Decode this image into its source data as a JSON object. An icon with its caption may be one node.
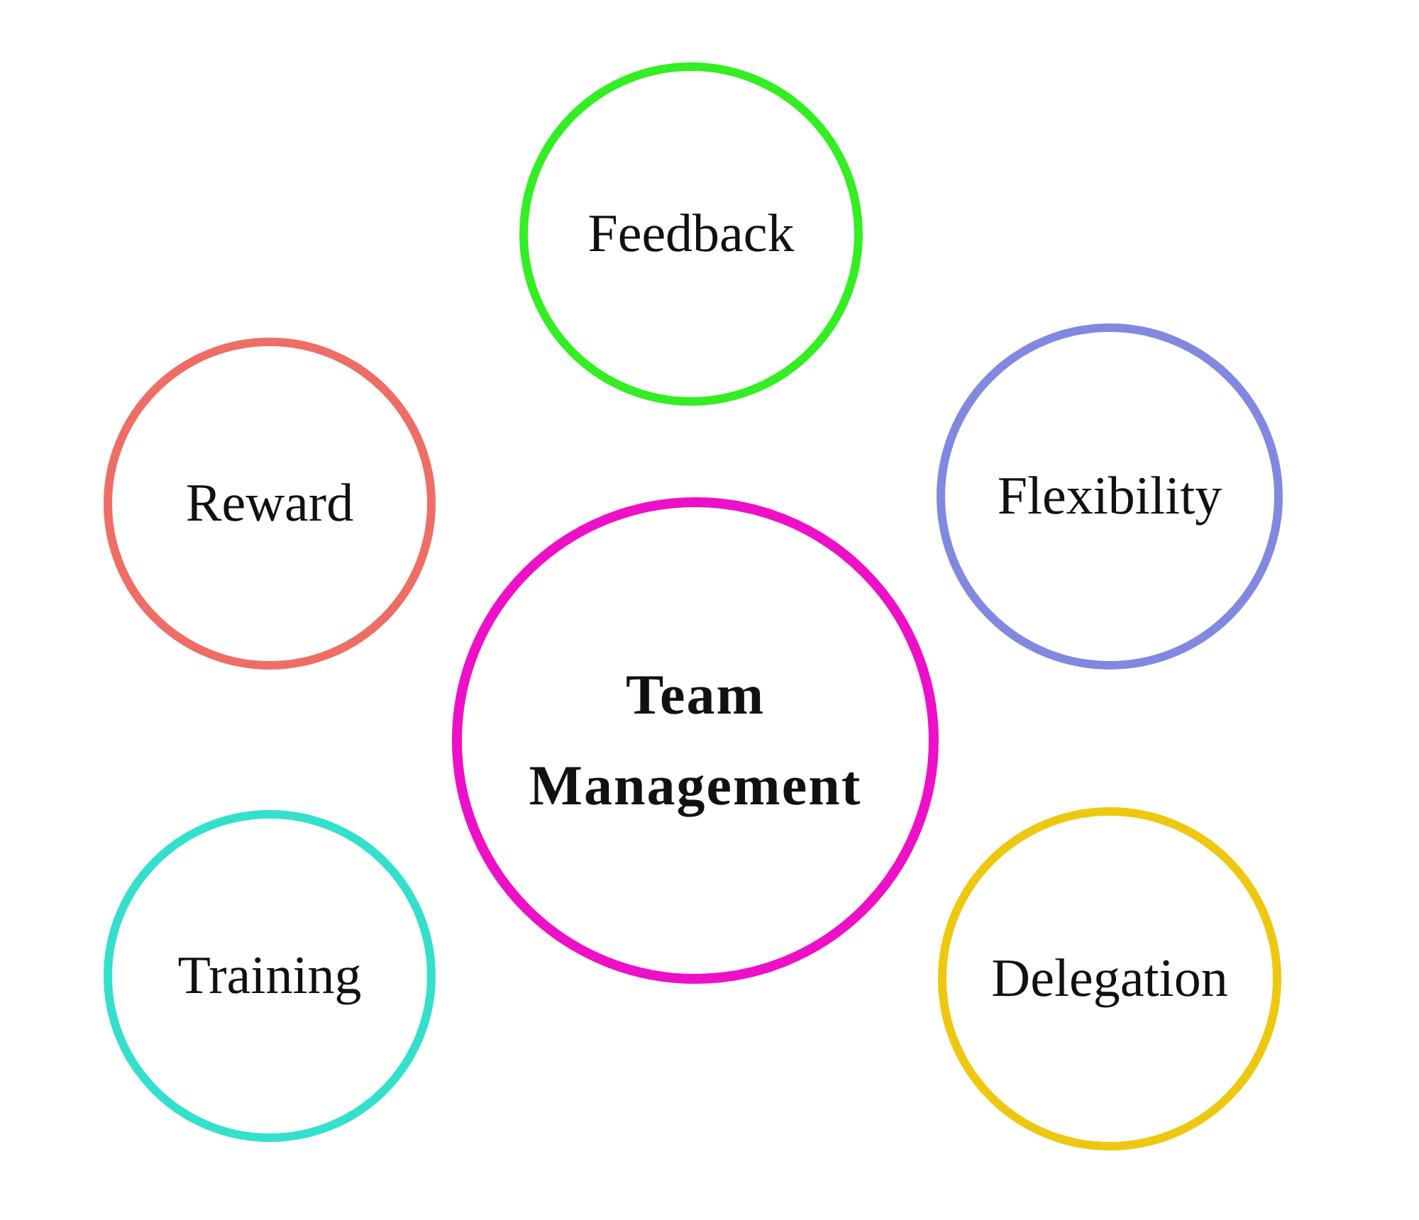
{
  "diagram": {
    "nodes": [
      {
        "text": [
          "Feedback"
        ]
      },
      {
        "text": [
          "Reward"
        ]
      },
      {
        "text": [
          "Flexibility"
        ]
      },
      {
        "text": [
          "Team Management"
        ]
      },
      {
        "text": [
          "Training"
        ]
      },
      {
        "text": [
          "Delegation"
        ]
      }
    ]
  }
}
